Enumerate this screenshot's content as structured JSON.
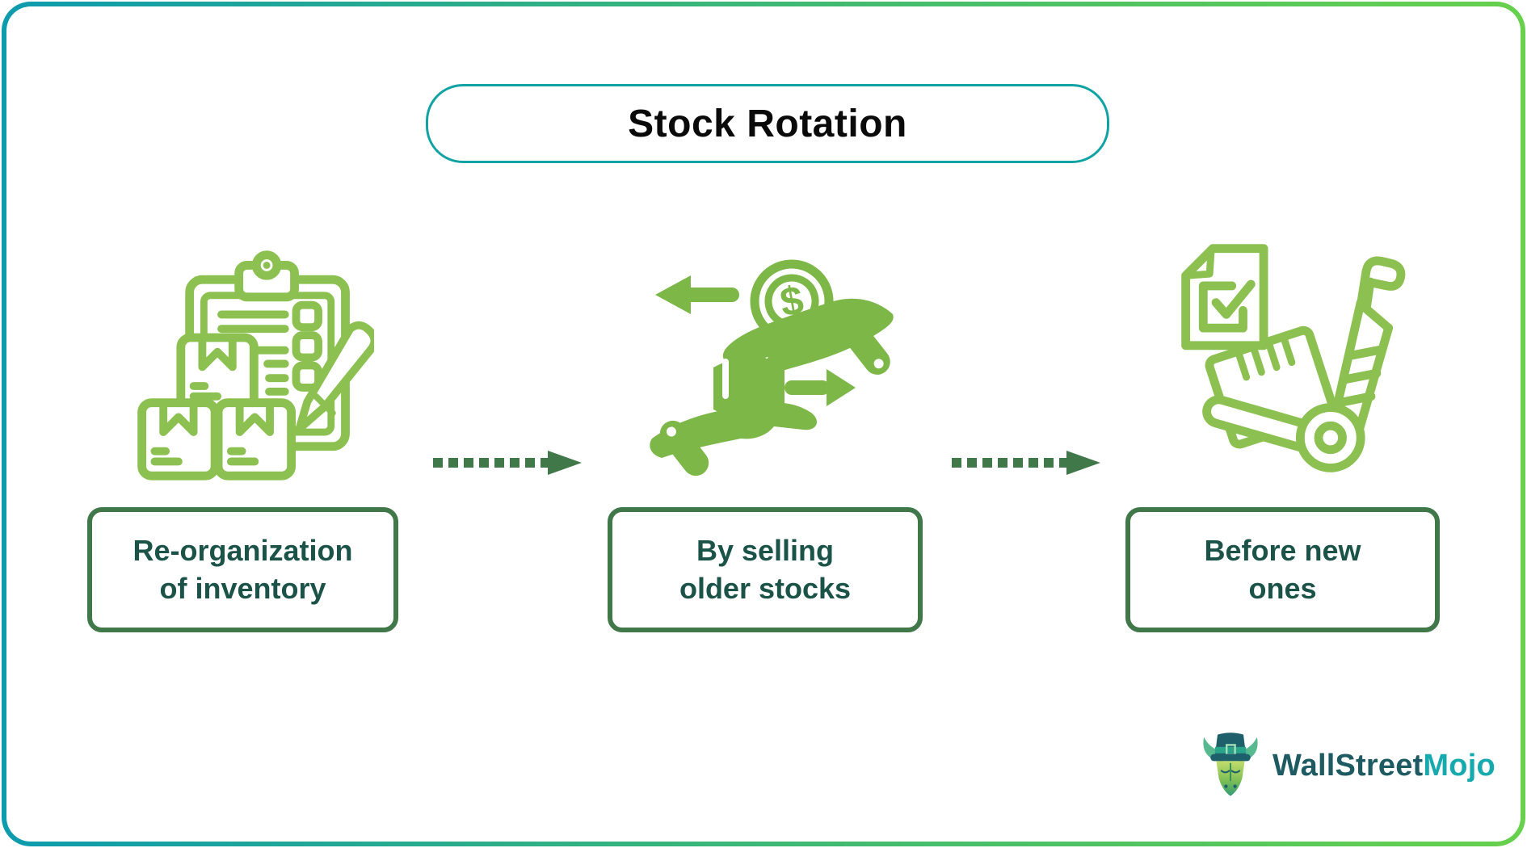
{
  "title": "Stock Rotation",
  "steps": [
    {
      "label": "Re-organization\nof inventory",
      "icon": "inventory-checklist-icon"
    },
    {
      "label": "By selling\nolder stocks",
      "icon": "hands-exchange-icon",
      "coin_symbol": "$"
    },
    {
      "label": "Before new\nones",
      "icon": "hand-truck-icon"
    }
  ],
  "connectors": [
    {
      "type": "dotted-arrow-right"
    },
    {
      "type": "dotted-arrow-right"
    }
  ],
  "logo": {
    "brand_primary": "WallStreet",
    "brand_accent": "Mojo",
    "mascot": "bull-with-top-hat-icon"
  },
  "colors": {
    "frame_gradient_start": "#0D9BAE",
    "frame_gradient_end": "#67D14D",
    "title_border": "#11A3A3",
    "title_text": "#0A0A0A",
    "outline_icon_green": "#8CC152",
    "filled_icon_green": "#7CB747",
    "label_border_green": "#40784A",
    "label_text_teal": "#1B5348",
    "arrow_green": "#40784A",
    "logo_primary": "#1E5A62",
    "logo_accent": "#16A9AE"
  }
}
